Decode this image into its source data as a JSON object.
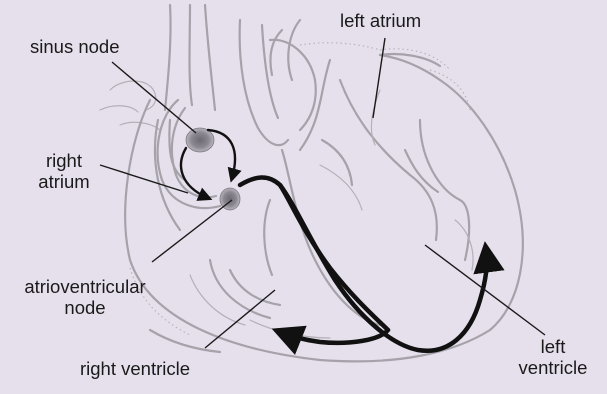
{
  "labels": {
    "sinus_node": "sinus node",
    "right_atrium_line1": "right",
    "right_atrium_line2": "atrium",
    "atrioventricular_node_line1": "atrioventricular",
    "atrioventricular_node_line2": "node",
    "right_ventricle": "right ventricle",
    "left_atrium": "left atrium",
    "left_ventricle_line1": "left",
    "left_ventricle_line2": "ventricle"
  },
  "colors": {
    "background": "#e6e0ec",
    "outline": "#a6a2aa",
    "conduction_path": "#111111",
    "node_fill": "#8a8690"
  }
}
